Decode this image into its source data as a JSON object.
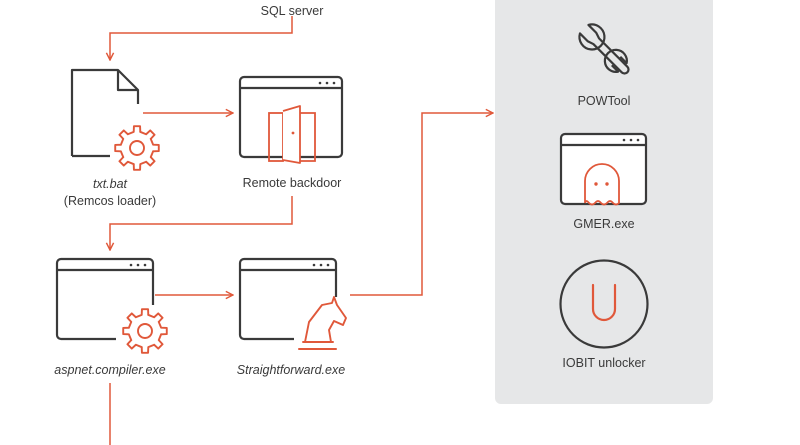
{
  "diagram": {
    "colors": {
      "accent": "#e0583a",
      "stroke": "#3a3a3a",
      "panel": "#e6e7e8",
      "background": "#ffffff"
    },
    "source": {
      "label": "SQL server"
    },
    "nodes": [
      {
        "id": "txt-bat",
        "icon": "file-with-gear-icon",
        "name": "txt.bat",
        "sub": "(Remcos loader)"
      },
      {
        "id": "remote-backdoor",
        "icon": "window-with-door-icon",
        "name": "Remote backdoor"
      },
      {
        "id": "aspnet-compiler",
        "icon": "window-with-gear-icon",
        "name": "aspnet.compiler.exe"
      },
      {
        "id": "straightforward",
        "icon": "window-with-chess-knight-icon",
        "name": "Straightforward.exe"
      }
    ],
    "tools": [
      {
        "id": "powtool",
        "icon": "wrench-icon",
        "name": "POWTool"
      },
      {
        "id": "gmer",
        "icon": "window-with-ghost-icon",
        "name": "GMER.exe"
      },
      {
        "id": "iobit",
        "icon": "unlock-circle-icon",
        "name": "IOBIT unlocker"
      }
    ]
  }
}
